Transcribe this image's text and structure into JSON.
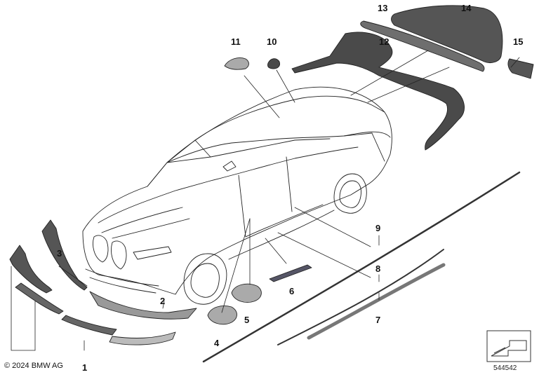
{
  "copyright": "© 2024 BMW AG",
  "diagram_number": "544542",
  "callouts": [
    "1",
    "2",
    "3",
    "4",
    "5",
    "6",
    "7",
    "8",
    "9",
    "10",
    "11",
    "12",
    "13",
    "14",
    "15"
  ],
  "colors": {
    "part_dark": "#4a4a4a",
    "part_mid": "#6e6e6e",
    "part_light": "#b4b4b4",
    "outline": "#222222"
  }
}
